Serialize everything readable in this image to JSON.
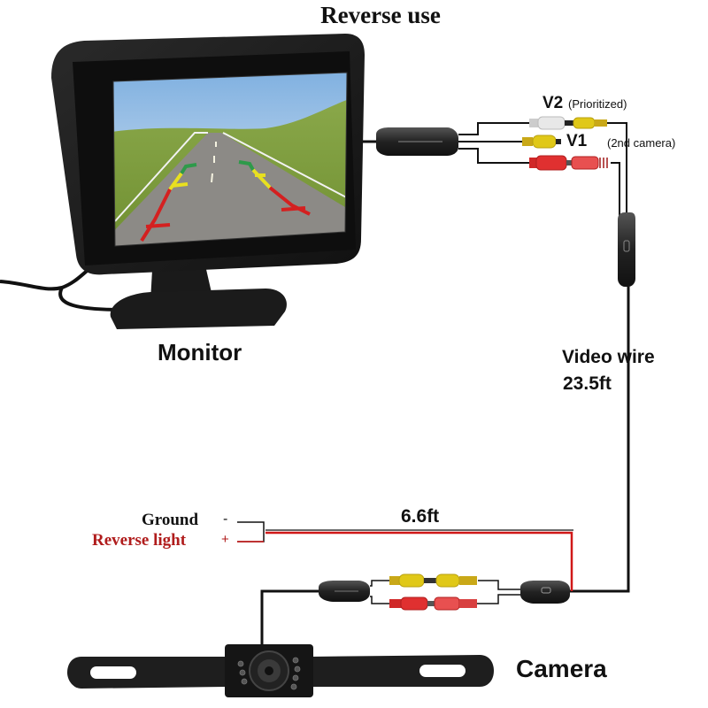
{
  "title": "Reverse use",
  "monitor": {
    "label": "Monitor",
    "screen": {
      "scene": "rear-view road with parking guide lines",
      "guide_line_colors": [
        "#2e9a4a",
        "#e8e020",
        "#d42020"
      ]
    }
  },
  "connectors_top": {
    "v2_label": "V2",
    "v2_note": "(Prioritized)",
    "v1_label": "V1",
    "second_camera_note": "(2nd camera)"
  },
  "video_wire": {
    "label_line1": "Video wire",
    "label_line2": "23.5ft"
  },
  "power_wire": {
    "length": "6.6ft",
    "ground_label": "Ground",
    "ground_sign": "-",
    "reverse_label": "Reverse light",
    "reverse_sign": "+"
  },
  "camera": {
    "label": "Camera"
  },
  "colors": {
    "wire_black": "#111111",
    "wire_red": "#d01818",
    "rca_yellow": "#e0c818",
    "rca_red": "#e03030",
    "rca_white": "#e8e8e8",
    "reverse_text": "#b01c1c"
  }
}
